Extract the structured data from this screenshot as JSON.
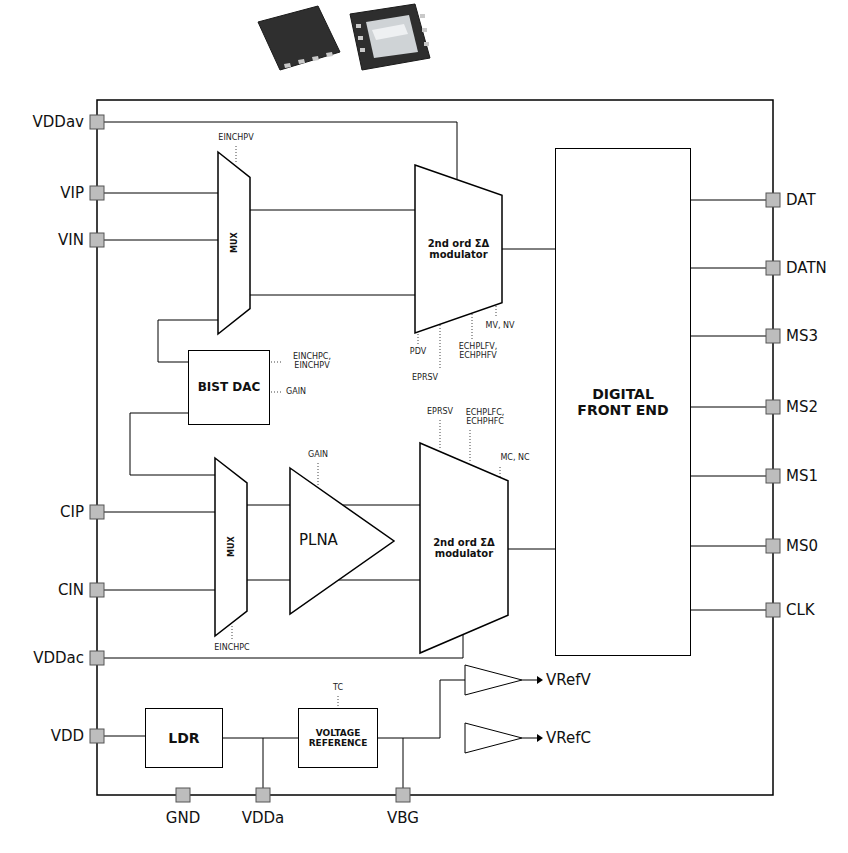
{
  "diagram": {
    "nodes": [
      {
        "text": [
          "MUX"
        ]
      },
      {
        "text": [
          "2nd ord ΣΔ modulator"
        ]
      },
      {
        "text": [
          "BIST DAC"
        ]
      },
      {
        "text": [
          "MUX"
        ]
      },
      {
        "text": [
          "PLNA"
        ]
      },
      {
        "text": [
          "2nd ord ΣΔ modulator"
        ]
      },
      {
        "text": [
          "DIGITAL FRONT END"
        ]
      },
      {
        "text": [
          "LDR"
        ]
      },
      {
        "text": [
          "VOLTAGE REFERENCE"
        ]
      }
    ],
    "edges": [
      {
        "from": 0,
        "to": 1,
        "arrow": "none"
      },
      {
        "from": 2,
        "to": 0,
        "arrow": "none"
      },
      {
        "from": 2,
        "to": 3,
        "arrow": "none"
      },
      {
        "from": 3,
        "to": 4,
        "arrow": "none"
      },
      {
        "from": 4,
        "to": 5,
        "arrow": "none"
      },
      {
        "from": 1,
        "to": 6,
        "arrow": "none"
      },
      {
        "from": 5,
        "to": 6,
        "arrow": "none"
      },
      {
        "from": 7,
        "to": 8,
        "arrow": "none"
      }
    ],
    "labels": [
      "VDDav",
      "VIP",
      "VIN",
      "CIP",
      "CIN",
      "VDDac",
      "VDD",
      "GND",
      "VDDa",
      "VBG",
      "DAT",
      "DATN",
      "MS3",
      "MS2",
      "MS1",
      "MS0",
      "CLK",
      "VRefV",
      "VRefC",
      "EINCHPV",
      "PDV",
      "EPRSV",
      "ECHPLFV, ECHPHFV",
      "MV, NV",
      "EINCHPC, EINCHPV",
      "GAIN",
      "EPRSV",
      "ECHPLFC, ECHPHFC",
      "MC, NC",
      "GAIN",
      "EINCHPC",
      "TC"
    ]
  }
}
